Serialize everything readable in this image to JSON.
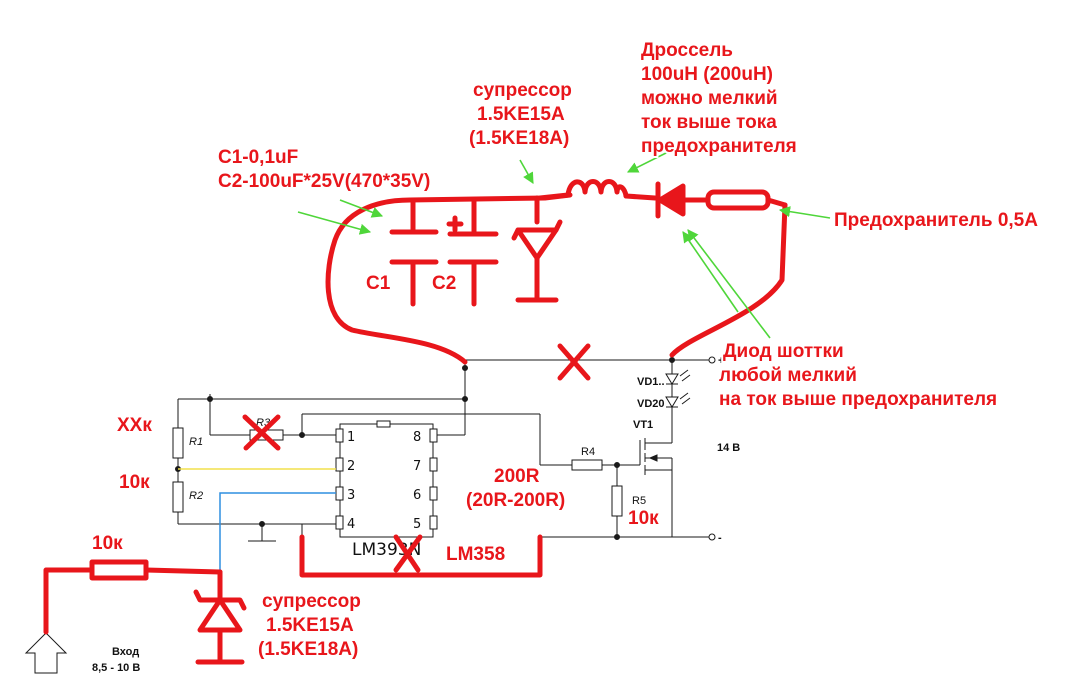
{
  "labels": {
    "choke": [
      "Дроссель",
      "100uH (200uH)",
      "можно мелкий",
      "ток выше тока",
      "предохранителя"
    ],
    "suppressor_top": [
      "супрессор",
      "1.5KE15A",
      "(1.5KE18A)"
    ],
    "caps": [
      "C1-0,1uF",
      "C2-100uF*25V(470*35V)"
    ],
    "c1": "C1",
    "c2": "C2",
    "fuse": "Предохранитель 0,5А",
    "diode": [
      "Диод шоттки",
      "любой мелкий",
      "на ток выше предохранителя"
    ],
    "r1_value": "XXк",
    "r2_value": "10к",
    "r4_value": [
      "200R",
      "(20R-200R)"
    ],
    "r5_value": "10к",
    "chip_replacement": "LM358",
    "input_resistor": "10к",
    "suppressor_bottom": [
      "супрессор",
      "1.5KE15A",
      "(1.5KE18A)"
    ]
  },
  "schematic": {
    "r1": "R1",
    "r2": "R2",
    "r3": "R3",
    "r4": "R4",
    "r5": "R5",
    "vd1": "VD1..",
    "vd20": "VD20",
    "vt1": "VT1",
    "voltage": "14 В",
    "plus": "+",
    "minus": "-",
    "chip": "LM393N",
    "pins_left": [
      "1",
      "2",
      "3",
      "4"
    ],
    "pins_right": [
      "8",
      "7",
      "6",
      "5"
    ],
    "input_title": "Вход",
    "input_range": "8,5 - 10 В"
  },
  "colors": {
    "annotation": "#e8161b",
    "pointer": "#4fd63a",
    "wire_black": "#1a1a1a",
    "wire_yellow": "#f2e14c",
    "wire_blue": "#2f8fe0"
  }
}
